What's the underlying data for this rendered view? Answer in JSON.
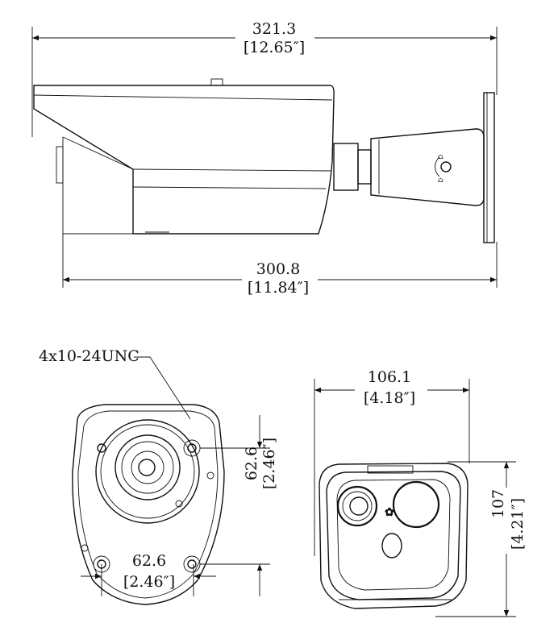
{
  "title": "Thermal bullet camera dimensions",
  "side_view": {
    "overall_length_mm": "321.3",
    "overall_length_in": "[12.65″]",
    "body_length_mm": "300.8",
    "body_length_in": "[11.84″]"
  },
  "rear_view": {
    "thread_label": "4x10-24UNC",
    "hole_spacing_v_mm": "62.6",
    "hole_spacing_v_in": "[2.46″]",
    "hole_spacing_h_mm": "62.6",
    "hole_spacing_h_in": "[2.46″]"
  },
  "front_view": {
    "width_mm": "106.1",
    "width_in": "[4.18″]",
    "height_mm": "107",
    "height_in": "[4.21″]"
  }
}
